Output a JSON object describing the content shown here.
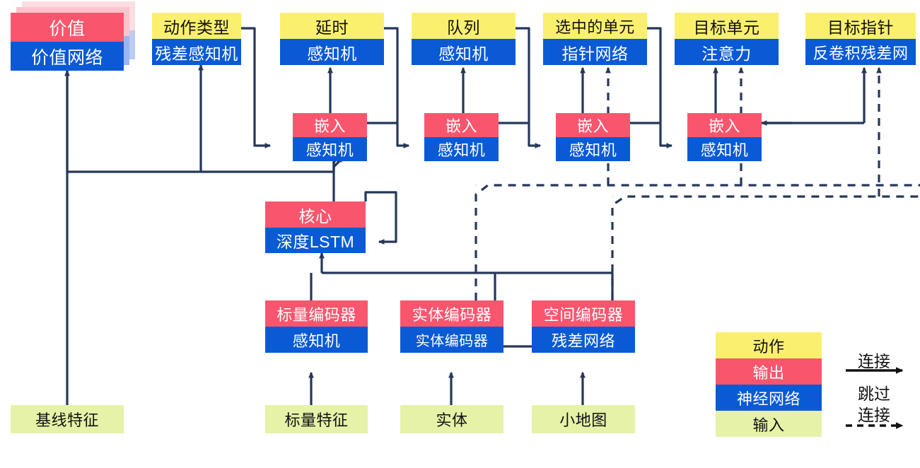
{
  "diagram": {
    "title": "",
    "colors": {
      "action": "#FBF06E",
      "output": "#F9566E",
      "network": "#0A5AD6",
      "input": "#E6F2A8",
      "wire": "#263759"
    },
    "top_row": [
      {
        "id": "value",
        "output": "价值",
        "network": "价值网络",
        "head_kind": "output",
        "stacked": true
      },
      {
        "id": "action-type",
        "output": "动作类型",
        "network": "残差感知机",
        "head_kind": "action",
        "stacked": false
      },
      {
        "id": "delay",
        "output": "延时",
        "network": "感知机",
        "head_kind": "action",
        "stacked": false
      },
      {
        "id": "queue",
        "output": "队列",
        "network": "感知机",
        "head_kind": "action",
        "stacked": false
      },
      {
        "id": "selected-units",
        "output": "选中的单元",
        "network": "指针网络",
        "head_kind": "action",
        "stacked": false
      },
      {
        "id": "target-unit",
        "output": "目标单元",
        "network": "注意力",
        "head_kind": "action",
        "stacked": false
      },
      {
        "id": "target-point",
        "output": "目标指针",
        "network": "反卷积残差网",
        "head_kind": "action",
        "stacked": false
      }
    ],
    "embed_row": [
      {
        "id": "embed-1",
        "output": "嵌入",
        "network": "感知机"
      },
      {
        "id": "embed-2",
        "output": "嵌入",
        "network": "感知机"
      },
      {
        "id": "embed-3",
        "output": "嵌入",
        "network": "感知机"
      },
      {
        "id": "embed-4",
        "output": "嵌入",
        "network": "感知机"
      }
    ],
    "core": {
      "id": "core",
      "output": "核心",
      "network": "深度LSTM"
    },
    "encoders": [
      {
        "id": "scalar-encoder",
        "output": "标量编码器",
        "network": "感知机"
      },
      {
        "id": "entity-encoder",
        "output": "实体编码器",
        "network": "实体编码器"
      },
      {
        "id": "spatial-encoder",
        "output": "空间编码器",
        "network": "残差网络"
      }
    ],
    "inputs": [
      {
        "id": "baseline-features",
        "label": "基线特征"
      },
      {
        "id": "scalar-features",
        "label": "标量特征"
      },
      {
        "id": "entities",
        "label": "实体"
      },
      {
        "id": "minimap",
        "label": "小地图"
      }
    ],
    "legend": {
      "swatches": [
        {
          "id": "legend-action",
          "label": "动作",
          "kind": "action"
        },
        {
          "id": "legend-output",
          "label": "输出",
          "kind": "output"
        },
        {
          "id": "legend-network",
          "label": "神经网络",
          "kind": "network"
        },
        {
          "id": "legend-input",
          "label": "输入",
          "kind": "input"
        }
      ],
      "connection_label": "连接",
      "skip_label_line1": "跳过",
      "skip_label_line2": "连接"
    }
  }
}
